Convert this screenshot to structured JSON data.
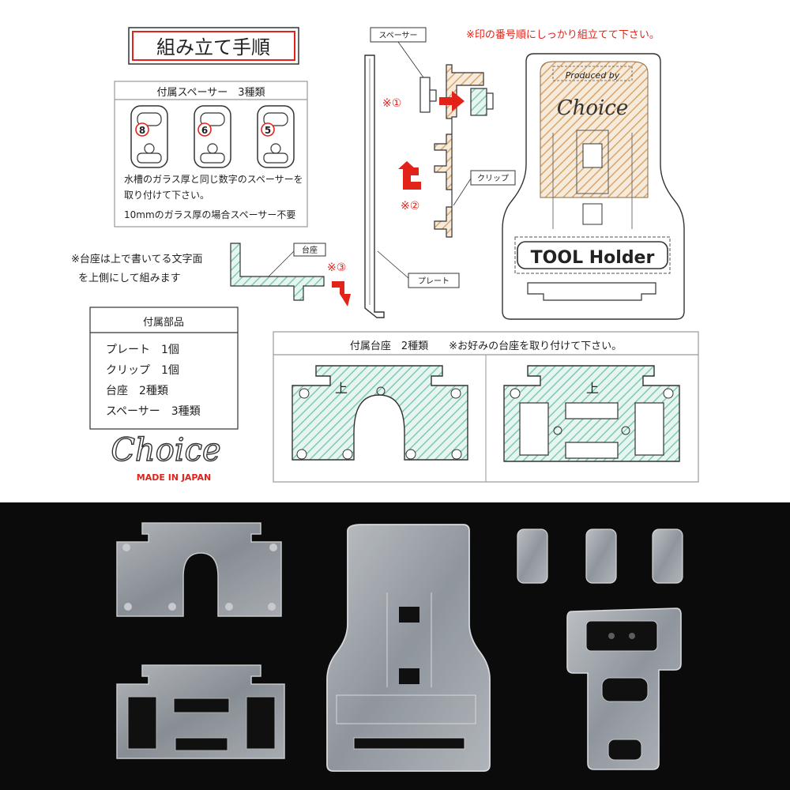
{
  "title": "組み立て手順",
  "spacer_box": {
    "header": "付属スペーサー　3種類",
    "numbers": [
      "8",
      "6",
      "5"
    ],
    "note_line1": "水槽のガラス厚と同じ数字のスペーサーを",
    "note_line2": "取り付けて下さい。",
    "note_line3": "10mmのガラス厚の場合スペーサー不要"
  },
  "callouts": {
    "spacer": "スペーサー",
    "clip": "クリップ",
    "base": "台座",
    "plate": "プレート",
    "step1": "※①",
    "step2": "※②",
    "step3": "※③"
  },
  "order_note": "※印の番号順にしっかり組立てて下さい。",
  "base_note_line1": "※台座は上で書いてる文字面",
  "base_note_line2": "を上側にして組みます",
  "parts_box": {
    "header": "付属部品",
    "items": [
      "プレート　1個",
      "クリップ　1個",
      "台座　2種類",
      "スペーサー　3種類"
    ]
  },
  "holder": {
    "produced_text": "Produced by",
    "brand": "Choice",
    "label": "TOOL Holder"
  },
  "bases_box": {
    "header": "付属台座　2種類　　※お好みの台座を取り付けて下さい。",
    "up_label": "上"
  },
  "logo": {
    "brand": "Choice",
    "made_in": "MADE IN JAPAN"
  },
  "colors": {
    "accent_red": "#e2231a",
    "hatch_teal": "#7fc9b6",
    "hatch_orange": "#d9a56a",
    "photo_bg": "#0b0b0b"
  }
}
